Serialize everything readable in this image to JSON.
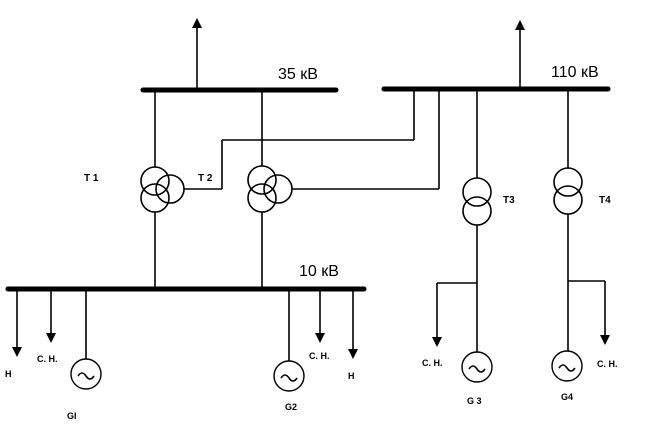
{
  "buses": {
    "bus_35": "35 кВ",
    "bus_110": "110 кВ",
    "bus_10": "10 кВ"
  },
  "transformers": {
    "t1": "T 1",
    "t2": "T 2",
    "t3": "T3",
    "t4": "T4"
  },
  "generators": {
    "g1": "GI",
    "g2": "G2",
    "g3": "G 3",
    "g4": "G4"
  },
  "loads": {
    "load_left": "H",
    "load_right": "H",
    "aux_1": "С. Н.",
    "aux_2": "С. Н.",
    "aux_3": "С. Н.",
    "aux_4": "С. Н."
  }
}
